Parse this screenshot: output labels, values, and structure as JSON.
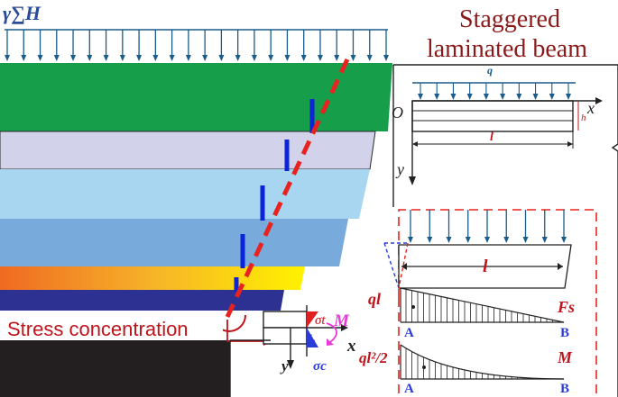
{
  "title": {
    "line1": "Staggered",
    "line2": "laminated beam"
  },
  "load_label": "γ∑H",
  "callout": "Stress concentration",
  "inset_top": {
    "load": "q",
    "origin": "O",
    "x_axis": "x",
    "y_axis": "y",
    "thickness": "h",
    "length": "l"
  },
  "inset_bottom": {
    "length": "l",
    "shear_value": "ql",
    "shear_symbol": "Fs",
    "moment_value": "ql²/2",
    "moment_symbol": "M",
    "point_a": "A",
    "point_b": "B"
  },
  "stress_detail": {
    "sigma_t": "σt",
    "sigma_c": "σc",
    "moment": "M",
    "x_axis": "x",
    "y_axis": "y"
  },
  "colors": {
    "title": "#8b1a1a",
    "label_red": "#c0141c",
    "crack": "#e8231f",
    "load_arrows": "#1a5c8a",
    "blue_mark": "#0b24d8",
    "moment_pink": "#e93ad8",
    "label_blue": "#2a3bd6",
    "layer_green": "#169e4a",
    "layer_lavender": "#d2d2ea",
    "layer_skyblue": "#a8d6f0",
    "layer_blue": "#78aadb",
    "layer_navy": "#2d3192",
    "ground": "#231f20"
  }
}
